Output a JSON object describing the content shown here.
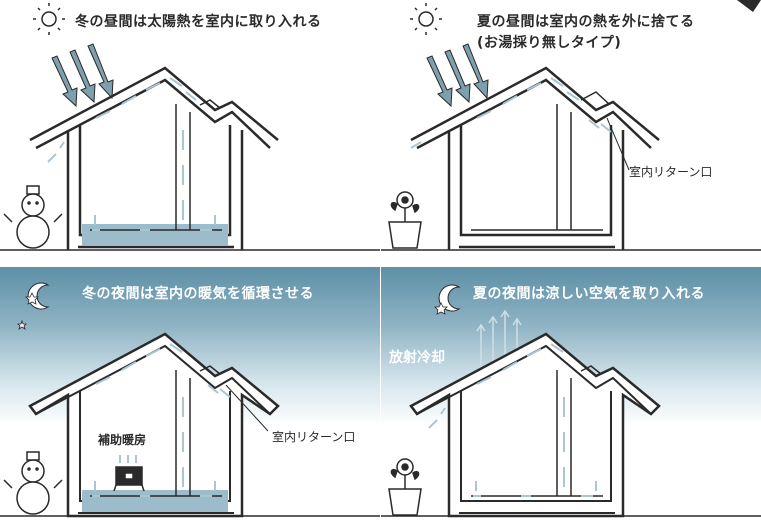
{
  "panels": {
    "winter_day": {
      "title": "冬の昼間は太陽熱を室内に取り入れる"
    },
    "summer_day": {
      "title": "夏の昼間は室内の熱を外に捨てる",
      "subtitle": "(お湯採り無しタイプ)",
      "return_label": "室内リターン口"
    },
    "winter_night": {
      "title": "冬の夜間は室内の暖気を循環させる",
      "heater_label": "補助暖房",
      "return_label": "室内リターン口"
    },
    "summer_night": {
      "title": "夏の夜間は涼しい空気を取り入れる",
      "cooling_label": "放射冷却"
    }
  },
  "colors": {
    "ink": "#2a2a2a",
    "sky_night": "#5d8fa6",
    "floor_warm": "#9dbccb",
    "arrow_light": "#aac6d3"
  },
  "icons": [
    "sun-icon",
    "moon-icon",
    "star-icon",
    "snowman-icon",
    "flower-pot-icon",
    "stove-icon"
  ]
}
